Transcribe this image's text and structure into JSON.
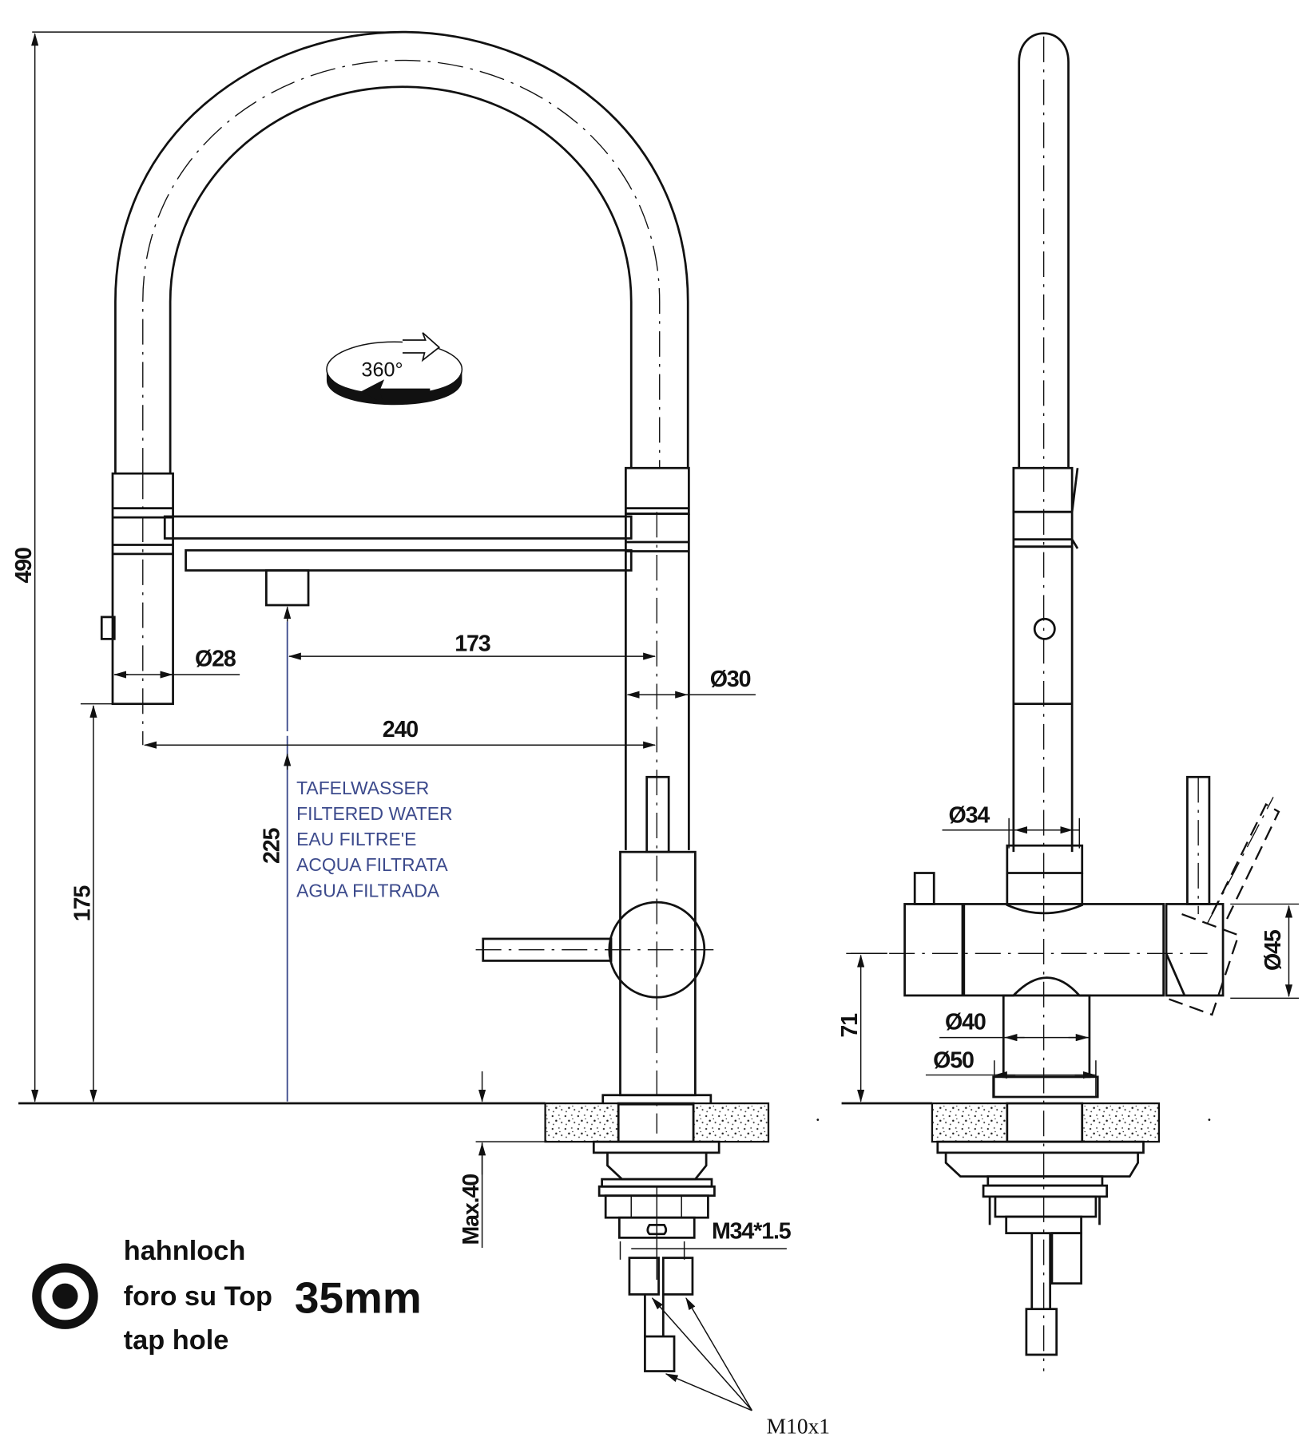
{
  "title": "Kitchen faucet technical drawing",
  "rotation_label": "360°",
  "front_view": {
    "dims": {
      "total_height": "490",
      "spray_height": "175",
      "outlet_height": "225",
      "reach_inner": "173",
      "reach_outer": "240",
      "dia_spray": "Ø28",
      "dia_body": "Ø30",
      "max_thickness": "Max.40",
      "thread": "M34*1.5",
      "hose_thread": "M10x1"
    },
    "water_labels": [
      "TAFELWASSER",
      "FILTERED WATER",
      "EAU FILTRE'E",
      "ACQUA FILTRATA",
      "AGUA FILTRADA"
    ]
  },
  "side_view": {
    "dims": {
      "dia_spout": "Ø34",
      "dia_handle": "Ø45",
      "dia_base": "Ø40",
      "dia_flange": "Ø50",
      "axis_height": "71"
    }
  },
  "tap_hole": {
    "lines": [
      "hahnloch",
      "foro su Top",
      "tap hole"
    ],
    "size": "35mm"
  },
  "colors": {
    "line": "#111111",
    "filtered_label": "#3c4a8c"
  }
}
